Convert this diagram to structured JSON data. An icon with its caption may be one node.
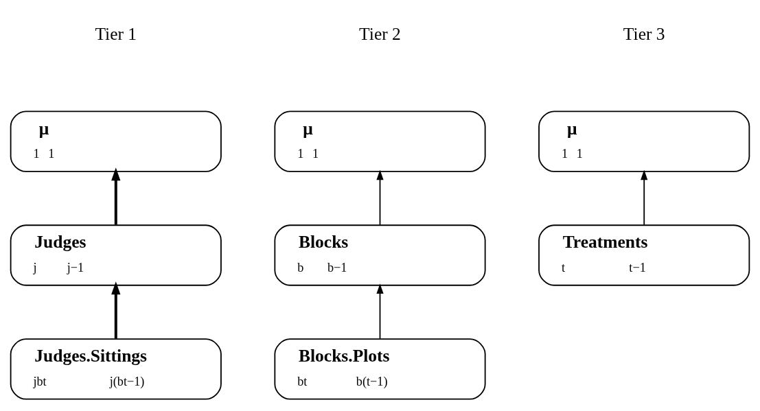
{
  "diagram": {
    "nodes": [
      {
        "text": [
          "μ",
          "1",
          "1"
        ]
      },
      {
        "text": [
          "μ",
          "1",
          "1"
        ]
      },
      {
        "text": [
          "μ",
          "1",
          "1"
        ]
      },
      {
        "text": [
          "Judges",
          "j",
          "j−1"
        ]
      },
      {
        "text": [
          "Blocks",
          "b",
          "b−1"
        ]
      },
      {
        "text": [
          "Treatments",
          "t",
          "t−1"
        ]
      },
      {
        "text": [
          "Judges.Sittings",
          "jbt",
          "j(bt−1)"
        ]
      },
      {
        "text": [
          "Blocks.Plots",
          "bt",
          "b(t−1)"
        ]
      }
    ],
    "edges": [
      {
        "from": 3,
        "to": 0,
        "arrow": "to",
        "style": "thick"
      },
      {
        "from": 4,
        "to": 1,
        "arrow": "to"
      },
      {
        "from": 5,
        "to": 2,
        "arrow": "to"
      },
      {
        "from": 6,
        "to": 3,
        "arrow": "to",
        "style": "thick"
      },
      {
        "from": 7,
        "to": 4,
        "arrow": "to"
      }
    ],
    "labels": [
      "Tier 1",
      "Tier 2",
      "Tier 3"
    ]
  }
}
